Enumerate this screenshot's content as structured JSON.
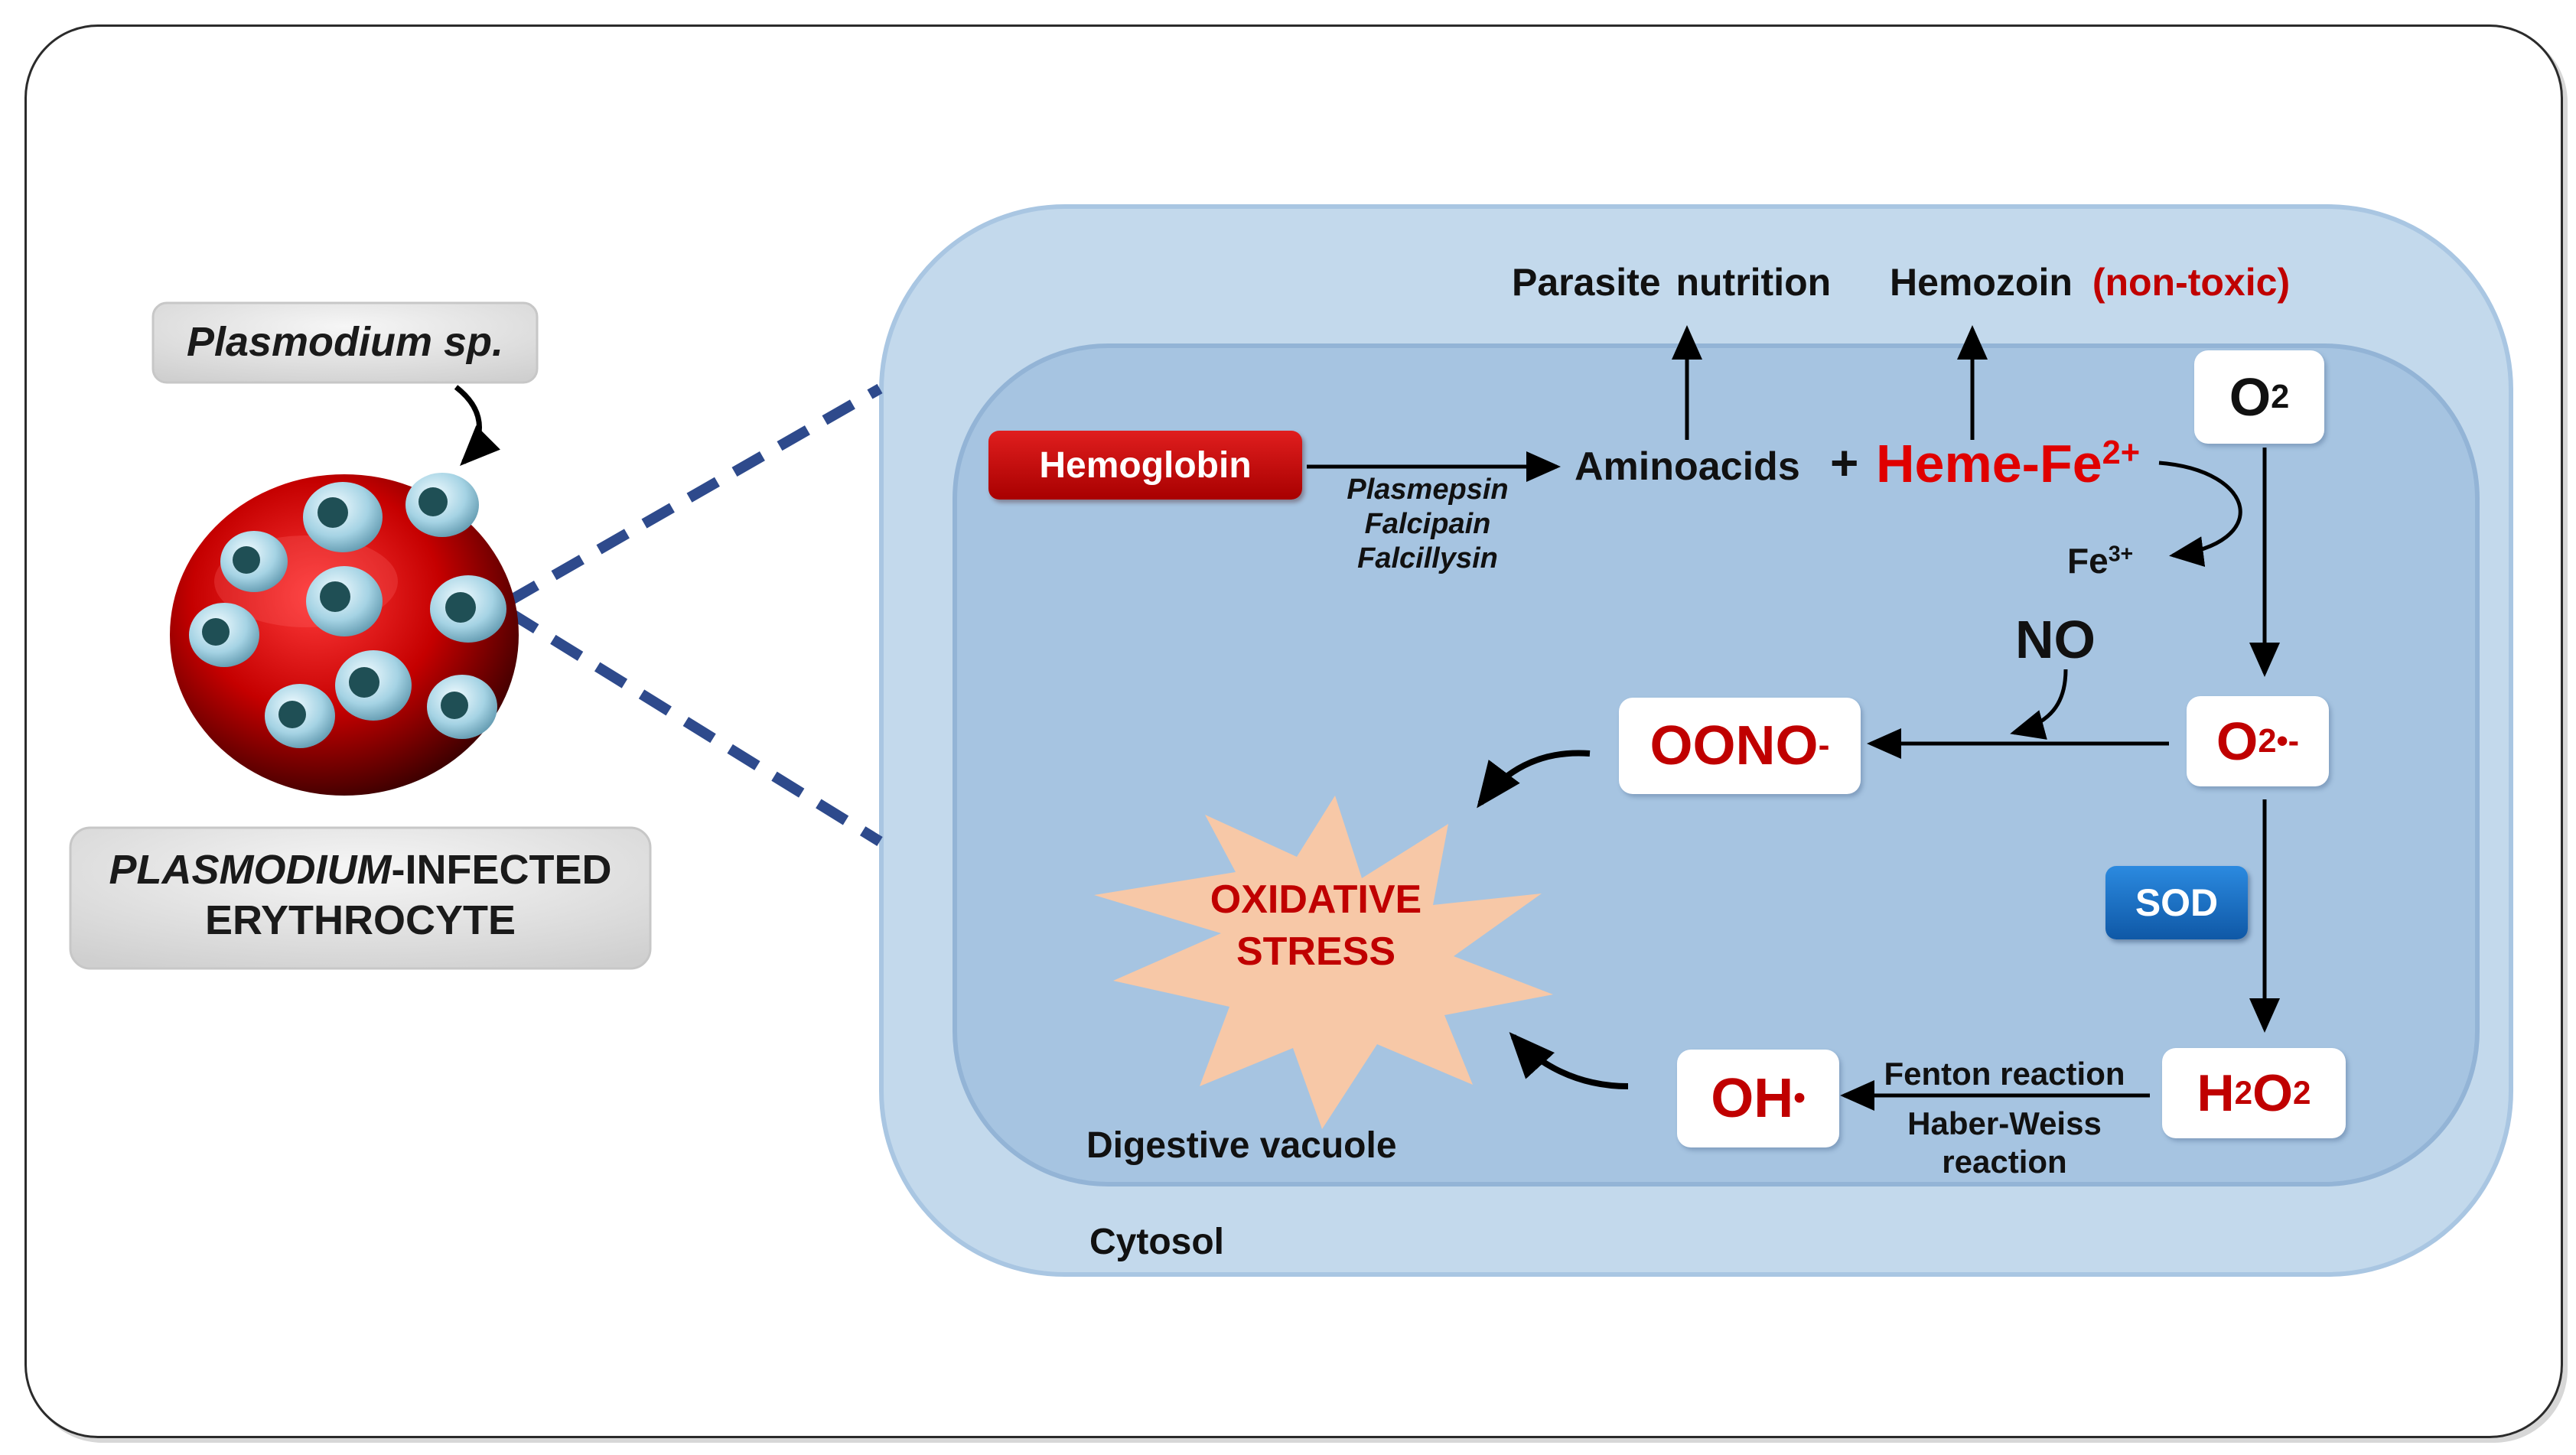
{
  "left": {
    "pathogen_label": "Plasmodium sp.",
    "erythrocyte_label_italic": "PLASMODIUM",
    "erythrocyte_label_rest": "-INFECTED",
    "erythrocyte_label_line2": "ERYTHROCYTE"
  },
  "compartments": {
    "cytosol": "Cytosol",
    "vacuole": "Digestive vacuole"
  },
  "nodes": {
    "hemoglobin": "Hemoglobin",
    "enzyme_1": "Plasmepsin",
    "enzyme_2": "Falcipain",
    "enzyme_3": "Falcillysin",
    "aminoacids": "Aminoacids",
    "plus": "+",
    "heme_base": "Heme-Fe",
    "heme_charge": "2+",
    "parasite_nutrition": "Parasite nutrition",
    "hemozoin": "Hemozoin",
    "non_toxic": "(non-toxic)",
    "fe3_base": "Fe",
    "fe3_charge": "3+",
    "o2_base": "O",
    "o2_sub": "2",
    "superoxide_base": "O",
    "superoxide_sub": "2",
    "superoxide_sup": "•-",
    "no": "NO",
    "peroxynitrite_base": "OONO",
    "peroxynitrite_sup": "-",
    "sod": "SOD",
    "h2o2_h": "H",
    "h2o2_sub1": "2",
    "h2o2_o": "O",
    "h2o2_sub2": "2",
    "hydroxyl_base": "OH",
    "hydroxyl_sup": "•",
    "fenton": "Fenton reaction",
    "haber_1": "Haber-Weiss",
    "haber_2": "reaction",
    "stress_1": "OXIDATIVE",
    "stress_2": "STRESS"
  },
  "colors": {
    "accent_red": "#c00000",
    "hemoglobin_fill": "#c00000",
    "sod_fill": "#1a6fc2",
    "cytosol_fill": "#c3d9ec",
    "vacuole_fill": "#a6c4e1",
    "burst_fill": "#f7c8a7",
    "connector_blue": "#2e4a8c"
  }
}
